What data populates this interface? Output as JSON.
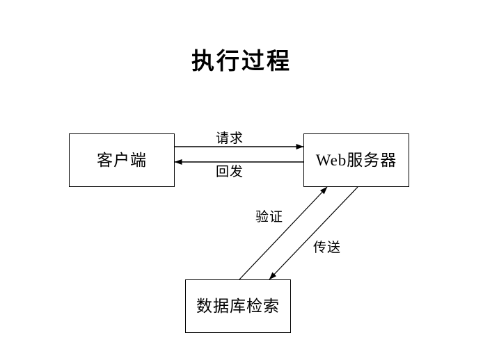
{
  "title": "执行过程",
  "nodes": {
    "client": {
      "label": "客户端"
    },
    "server": {
      "label": "Web服务器"
    },
    "database": {
      "label": "数据库检索"
    }
  },
  "edges": {
    "request": {
      "label": "请求"
    },
    "postback": {
      "label": "回发"
    },
    "verify": {
      "label": "验证"
    },
    "transmit": {
      "label": "传送"
    }
  },
  "style": {
    "stroke": "#000000",
    "background": "#ffffff",
    "text": "#000000"
  }
}
